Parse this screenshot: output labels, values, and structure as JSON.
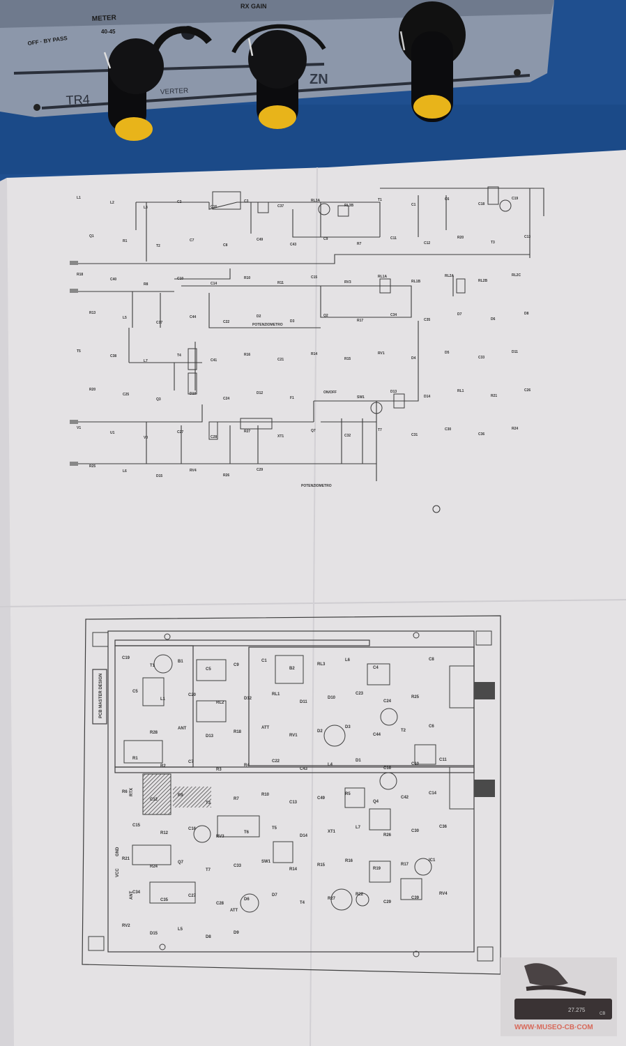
{
  "device": {
    "meter_label": "METER",
    "switch_positions": [
      "OFF · BY PASS",
      "40-45"
    ],
    "rx_gain_label": "RX GAIN",
    "model_label": "TR4",
    "model_suffix": "VERTER",
    "brand_logo": "ZN",
    "colors": {
      "panel": "#8a95a8",
      "knob_cap": "#e8b41a",
      "background": "#1f4f8f"
    }
  },
  "schematic": {
    "labels": [
      "L1",
      "L2",
      "L3",
      "C2",
      "C16",
      "C3",
      "C37",
      "RL3A",
      "RL3B",
      "T1",
      "C1",
      "C6",
      "C18",
      "C19",
      "Q1",
      "R1",
      "T2",
      "C7",
      "C8",
      "C49",
      "C43",
      "C9",
      "R7",
      "C11",
      "C12",
      "R20",
      "T3",
      "C13",
      "R18",
      "C40",
      "R8",
      "C10",
      "C14",
      "R10",
      "R11",
      "C15",
      "RV3",
      "RL1A",
      "RL1B",
      "RL2A",
      "RL2B",
      "RL2C",
      "R13",
      "L5",
      "C17",
      "C44",
      "C22",
      "D2",
      "D3",
      "Q2",
      "R17",
      "C34",
      "C35",
      "D7",
      "D6",
      "D8",
      "T5",
      "C38",
      "L7",
      "T4",
      "C41",
      "R16",
      "C21",
      "R14",
      "R15",
      "RV1",
      "D4",
      "D5",
      "C33",
      "D11",
      "R20",
      "C25",
      "Q3",
      "D10",
      "C24",
      "D12",
      "F1",
      "ON/OFF",
      "SW1",
      "D13",
      "D14",
      "RL1",
      "R21",
      "C26",
      "V1",
      "U1",
      "V0",
      "C27",
      "C28",
      "R27",
      "XT1",
      "Q7",
      "C32",
      "T7",
      "C31",
      "C30",
      "C36",
      "R24",
      "R25",
      "L6",
      "D15",
      "RV4",
      "R26",
      "C29"
    ],
    "potentiometer_label_1": "POTENZIOMETRO",
    "potentiometer_label_2": "POTENZIOMETRO"
  },
  "pcb": {
    "master_label": "PCB MASTER DESIGN",
    "labels": [
      "C19",
      "T1",
      "B1",
      "C5",
      "C9",
      "C1",
      "B2",
      "RL3",
      "L6",
      "C4",
      "RTX",
      "C8",
      "C5",
      "L1",
      "C20",
      "RL2",
      "D12",
      "RL1",
      "D11",
      "D10",
      "C23",
      "C24",
      "R25",
      "VCC",
      "GND",
      "R28",
      "ANT",
      "D13",
      "R18",
      "ATT",
      "RV1",
      "D2",
      "D3",
      "C44",
      "T2",
      "C6",
      "R1",
      "R2",
      "C7",
      "R3",
      "R4",
      "C22",
      "C43",
      "L4",
      "D1",
      "C16",
      "C10",
      "C11",
      "R6",
      "C12",
      "R9",
      "T3",
      "R7",
      "R10",
      "C13",
      "C49",
      "R5",
      "Q4",
      "C42",
      "C14",
      "C15",
      "R12",
      "C16",
      "RV3",
      "T6",
      "T5",
      "D14",
      "XT1",
      "L7",
      "R26",
      "C30",
      "C36",
      "R21",
      "R24",
      "Q7",
      "T7",
      "C33",
      "SW1",
      "R14",
      "R15",
      "R16",
      "R19",
      "R17",
      "IC1",
      "C34",
      "C35",
      "C27",
      "C28",
      "D6",
      "D7",
      "T4",
      "R27",
      "R22",
      "C29",
      "C39",
      "RV4",
      "RV2",
      "D15",
      "L5",
      "D8",
      "D9"
    ],
    "pins": [
      "ANT",
      "ATT"
    ]
  },
  "watermark": {
    "text": "WWW·MUSEO-CB·COM",
    "display": "27.275",
    "badge": "CB"
  }
}
